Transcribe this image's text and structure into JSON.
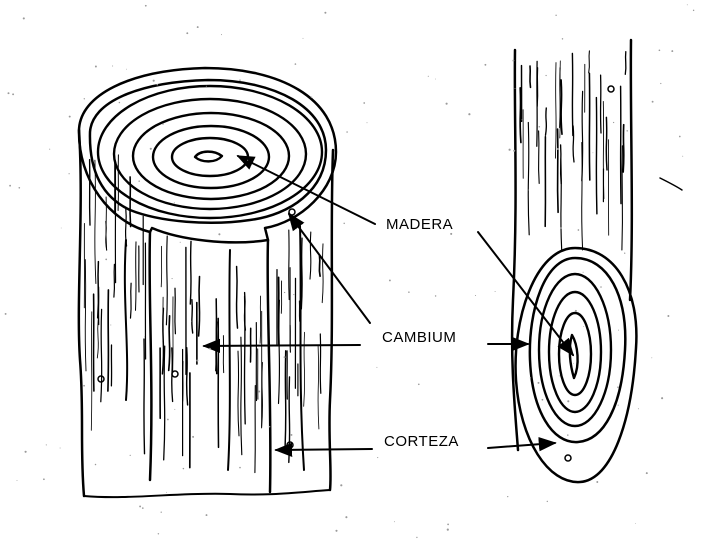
{
  "labels": {
    "wood": "MADERA",
    "cambium": "CAMBIUM",
    "bark": "CORTEZA"
  },
  "colors": {
    "ink": "#000000",
    "paper": "#ffffff",
    "speckle": "#9a9a9a"
  }
}
